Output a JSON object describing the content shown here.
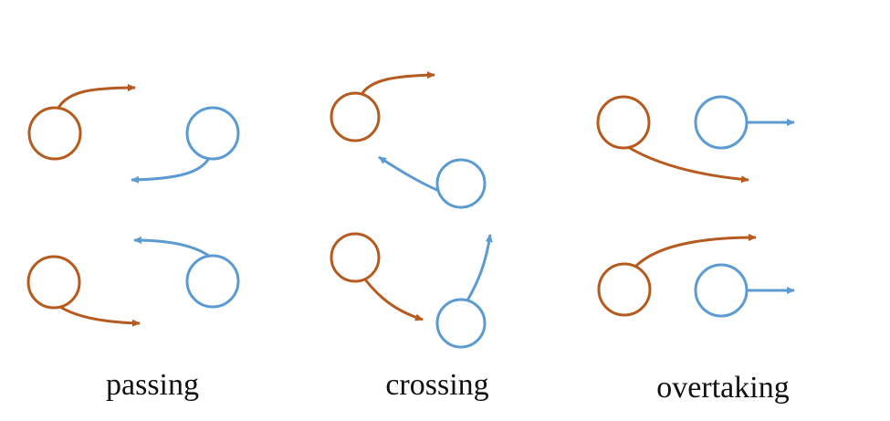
{
  "colors": {
    "agent_a": "#b65b1f",
    "agent_b": "#5b9bd1",
    "text": "#111111"
  },
  "scenarios": [
    {
      "caption": "passing"
    },
    {
      "caption": "crossing"
    },
    {
      "caption": "overtaking"
    }
  ]
}
